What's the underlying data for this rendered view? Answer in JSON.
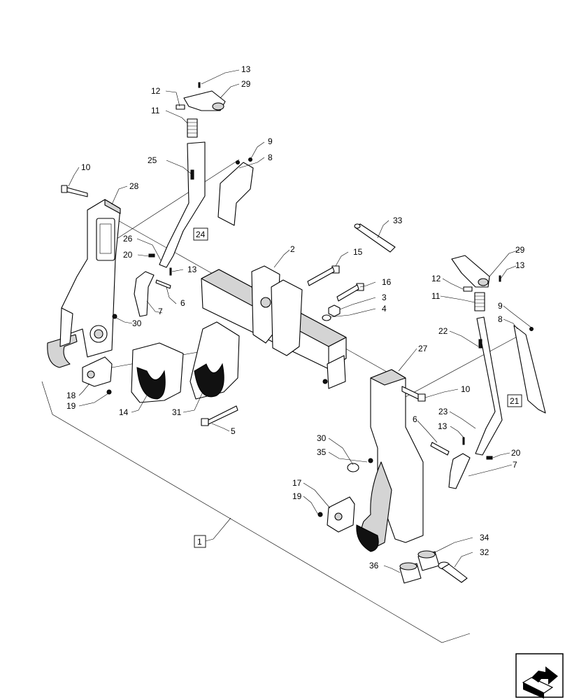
{
  "callouts": {
    "c1": "1",
    "c2": "2",
    "c3": "3",
    "c4": "4",
    "c5": "5",
    "c6a": "6",
    "c6b": "6",
    "c7a": "7",
    "c7b": "7",
    "c8a": "8",
    "c8b": "8",
    "c9a": "9",
    "c9b": "9",
    "c10a": "10",
    "c10b": "10",
    "c11a": "11",
    "c11b": "11",
    "c12a": "12",
    "c12b": "12",
    "c13a": "13",
    "c13b": "13",
    "c13c": "13",
    "c13d": "13",
    "c14": "14",
    "c15": "15",
    "c16": "16",
    "c17": "17",
    "c18": "18",
    "c19a": "19",
    "c19b": "19",
    "c20a": "20",
    "c20b": "20",
    "c21": "21",
    "c22": "22",
    "c23": "23",
    "c24": "24",
    "c25": "25",
    "c26": "26",
    "c27": "27",
    "c28": "28",
    "c29a": "29",
    "c29b": "29",
    "c30a": "30",
    "c30b": "30",
    "c31": "31",
    "c32": "32",
    "c33": "33",
    "c34": "34",
    "c35": "35",
    "c36": "36"
  },
  "icons": {
    "nav": "next-page-arrow-icon"
  }
}
